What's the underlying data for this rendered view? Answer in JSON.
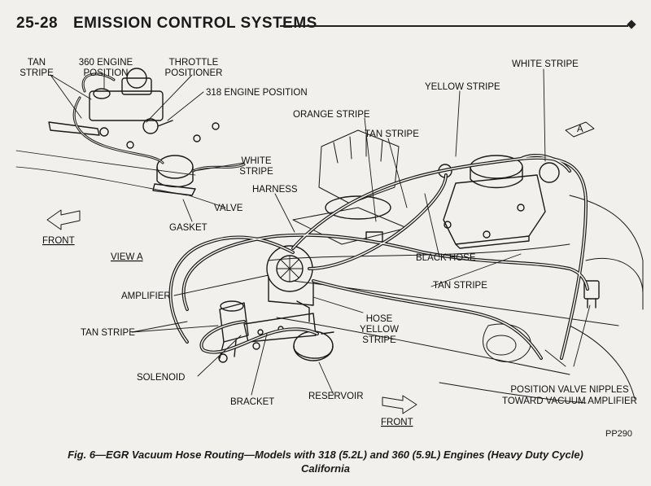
{
  "header": {
    "page_number": "25-28",
    "section_title": "EMISSION CONTROL SYSTEMS"
  },
  "labels": {
    "tan_stripe_top": [
      "TAN",
      "STRIPE"
    ],
    "engine_360_position": [
      "360 ENGINE",
      "POSITION"
    ],
    "throttle_positioner": [
      "THROTTLE",
      "POSITIONER"
    ],
    "engine_318_position": "318 ENGINE POSITION",
    "white_stripe_view": [
      "WHITE",
      "STRIPE"
    ],
    "valve": "VALVE",
    "gasket": "GASKET",
    "front_left": "FRONT",
    "view_a": "VIEW A",
    "harness": "HARNESS",
    "orange_stripe": "ORANGE STRIPE",
    "tan_stripe_mid": "TAN STRIPE",
    "yellow_stripe_top": "YELLOW STRIPE",
    "white_stripe_right": "WHITE STRIPE",
    "black_hose": "BLACK HOSE",
    "tan_stripe_right": "TAN STRIPE",
    "amplifier": "AMPLIFIER",
    "tan_stripe_left": "TAN STRIPE",
    "hose_yellow_stripe": [
      "HOSE",
      "YELLOW",
      "STRIPE"
    ],
    "solenoid": "SOLENOID",
    "bracket": "BRACKET",
    "reservoir": "RESERVOIR",
    "front_bottom": "FRONT",
    "position_valve": [
      "POSITION VALVE NIPPLES",
      "TOWARD VACUUM AMPLIFIER"
    ],
    "view_marker": "A"
  },
  "figure_id": "PP290",
  "caption": {
    "line1": "Fig. 6—EGR Vacuum Hose Routing—Models with 318 (5.2L) and 360 (5.9L) Engines (Heavy Duty Cycle)",
    "line2": "California"
  }
}
